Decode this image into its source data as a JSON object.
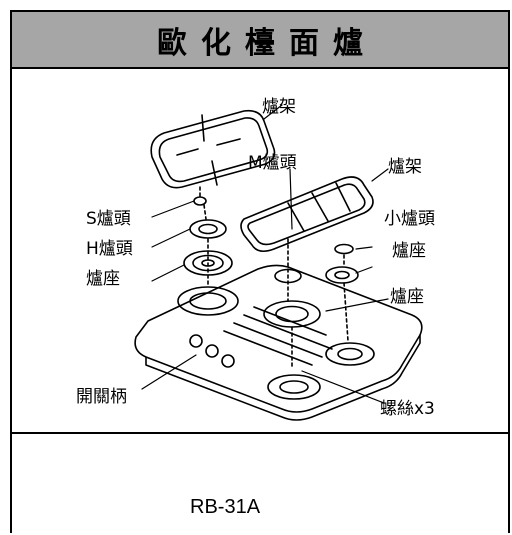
{
  "header": {
    "title": "歐化檯面爐"
  },
  "diagram": {
    "labels": {
      "burner_rack_left": "爐架",
      "m_burner_head": "M爐頭",
      "burner_rack_right": "爐架",
      "s_burner_head": "S爐頭",
      "small_burner_head": "小爐頭",
      "h_burner_head": "H爐頭",
      "burner_seat_right_top": "爐座",
      "burner_seat_left": "爐座",
      "burner_seat_right": "爐座",
      "knob": "開關柄",
      "screw": "螺絲x3"
    }
  },
  "footer": {
    "model": "RB-31A"
  }
}
